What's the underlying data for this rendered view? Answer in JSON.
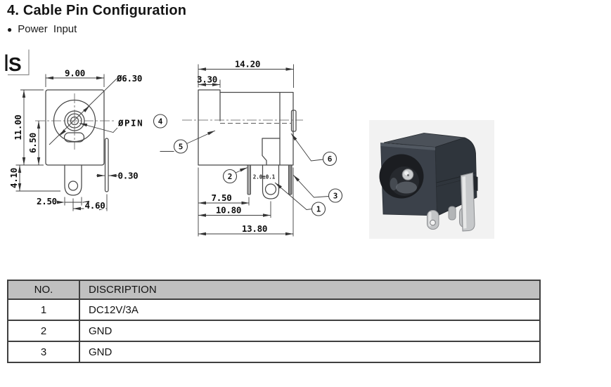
{
  "page": {
    "title": "4. Cable Pin Configuration",
    "bullet_icon": "●",
    "section_bullet": "Power Input"
  },
  "drawing": {
    "logo": "S",
    "front": {
      "width": "9.00",
      "diameter": "Ø6.30",
      "height": "11.00",
      "center_height": "6.50",
      "pin_length": "4.10",
      "pin_width": "2.50",
      "lug_offset": "4.60",
      "lug_thickness": "0.30",
      "pin_label": "ØPIN"
    },
    "side": {
      "length": "14.20",
      "barrel": "3.30",
      "pin1_offset": "7.50",
      "pin2_offset": "10.80",
      "pin3_offset": "13.80",
      "tolerance": "2.0±0.1"
    },
    "balloons": {
      "b1": "1",
      "b2": "2",
      "b3": "3",
      "b4": "4",
      "b5": "5",
      "b6": "6"
    }
  },
  "table": {
    "headers": [
      "NO.",
      "DISCRIPTION"
    ],
    "rows": [
      {
        "no": "1",
        "description": "DC12V/3A"
      },
      {
        "no": "2",
        "description": "GND"
      },
      {
        "no": "3",
        "description": "GND"
      }
    ]
  },
  "colors": {
    "drawing_line": "#474747",
    "table_header_bg": "#c0c0c0",
    "connector_body": "#3b414a",
    "connector_metal": "#c6c8ca",
    "photo_bg": "#f2f2f2"
  }
}
